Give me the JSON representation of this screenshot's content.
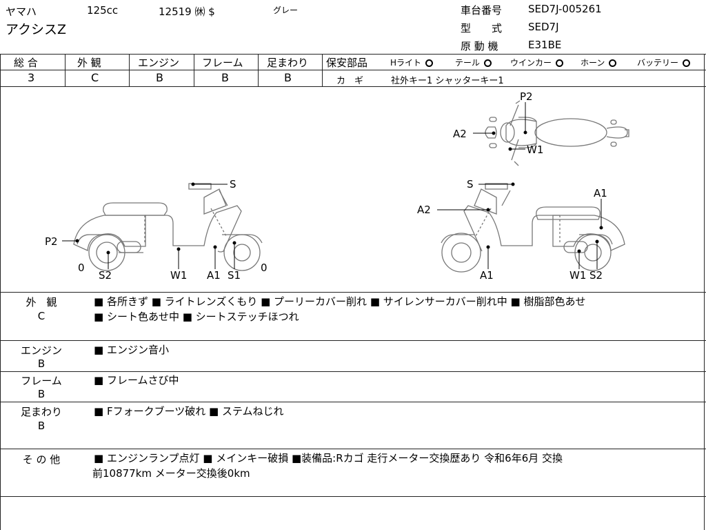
{
  "header": {
    "maker": "ヤマハ",
    "displacement": "125cc",
    "code": "12519 ㉁ $",
    "color": "グレー",
    "model_name": "アクシスZ",
    "frame_no_label": "車台番号",
    "frame_no": "SED7J-005261",
    "type_label": "型　　式",
    "type_value": "SED7J",
    "engine_label": "原 動 機",
    "engine_value": "E31BE"
  },
  "grades": {
    "headers": [
      "総 合",
      "外 観",
      "エンジン",
      "フレーム",
      "足まわり"
    ],
    "values": [
      "3",
      "C",
      "B",
      "B",
      "B"
    ]
  },
  "safety": {
    "label": "保安部品",
    "items": [
      "Hライト",
      "テール",
      "ウインカー",
      "ホーン",
      "バッテリー"
    ],
    "key_label": "カ　ギ",
    "key_value": "社外キー1 シャッターキー1"
  },
  "diagram": {
    "left_labels": {
      "s": "S",
      "p2": "P2",
      "zero_l": "0",
      "s2": "S2",
      "w1": "W1",
      "a1": "A1",
      "s1": "S1",
      "zero_r": "0"
    },
    "top_labels": {
      "p2": "P2",
      "a2": "A2",
      "w1": "W1"
    },
    "right_labels": {
      "s": "S",
      "a2": "A2",
      "a1_top": "A1",
      "a1_bottom": "A1",
      "w1": "W1",
      "s2": "S2"
    }
  },
  "details": [
    {
      "label1": "外　観",
      "label2": "C",
      "lines": [
        "■ 各所きず ■ ライトレンズくもり ■ プーリーカバー削れ ■ サイレンサーカバー削れ中 ■ 樹脂部色あせ",
        "■ シート色あせ中 ■ シートステッチほつれ"
      ]
    },
    {
      "label1": "エンジン",
      "label2": "B",
      "lines": [
        "■ エンジン音小"
      ]
    },
    {
      "label1": "フレーム",
      "label2": "B",
      "lines": [
        "■ フレームさび中"
      ]
    },
    {
      "label1": "足まわり",
      "label2": "B",
      "lines": [
        "■ Fフォークブーツ破れ ■ ステムねじれ"
      ]
    },
    {
      "label1": "そ の 他",
      "label2": "",
      "lines": [
        "■ エンジンランプ点灯 ■ メインキー破損 ■装備品:Rカゴ 走行メーター交換歴あり 令和6年6月 交換",
        "前10877km メーター交換後0km"
      ]
    }
  ]
}
